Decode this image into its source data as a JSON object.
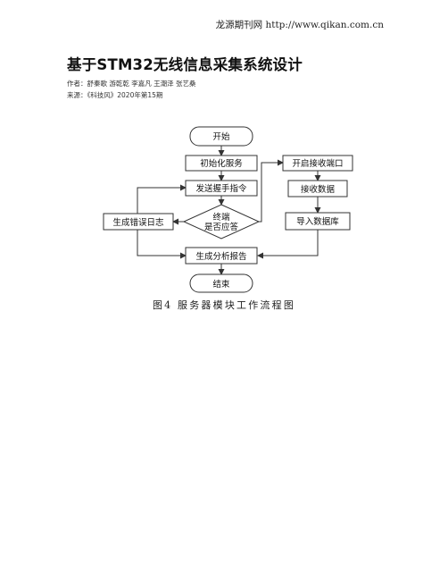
{
  "header": {
    "site": "龙源期刊网 http://www.qikan.com.cn"
  },
  "article": {
    "title": "基于STM32无线信息采集系统设计",
    "authors": "作者：舒秦歌 游乾乾 李嘉凡 王潮泽 张艺桑",
    "source": "来源：《科技风》2020年第15期"
  },
  "figure": {
    "caption": "图4 服务器模块工作流程图",
    "nodes": {
      "start": "开始",
      "init": "初始化服务",
      "send": "发送握手指令",
      "decision_line1": "终端",
      "decision_line2": "是否应答",
      "error_log": "生成错误日志",
      "open_port": "开启接收端口",
      "receive": "接收数据",
      "import_db": "导入数据库",
      "report": "生成分析报告",
      "end": "结束"
    }
  }
}
